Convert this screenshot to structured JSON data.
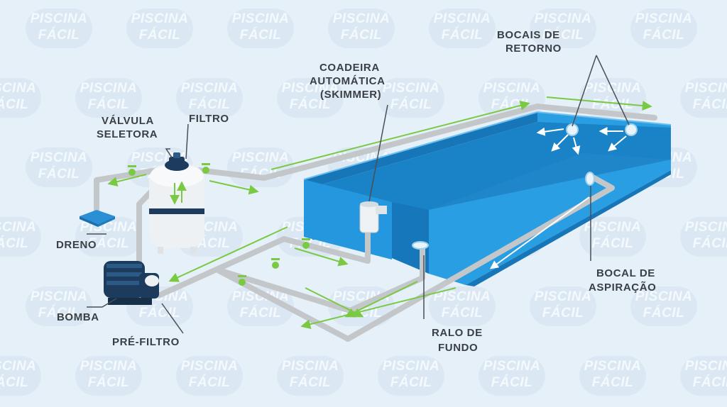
{
  "watermark": {
    "line1": "PISCINA",
    "line2": "FÁCIL"
  },
  "labels": {
    "valvula_line1": "VÁLVULA",
    "valvula_line2": "SELETORA",
    "filtro": "FILTRO",
    "coadeira_line1": "COADEIRA",
    "coadeira_line2": "AUTOMÁTICA",
    "coadeira_line3": "(SKIMMER)",
    "bocais_line1": "BOCAIS DE",
    "bocais_line2": "RETORNO",
    "dreno": "DRENO",
    "bomba": "BOMBA",
    "prefiltro": "PRÉ-FILTRO",
    "ralo_line1": "RALO DE",
    "ralo_line2": "FUNDO",
    "bocal_line1": "BOCAL DE",
    "bocal_line2": "ASPIRAÇÃO"
  },
  "colors": {
    "background": "#e6f0f8",
    "pool": "#1e8fd5",
    "pool_dark": "#1676b8",
    "pipe": "#c3c7ca",
    "flow_arrow": "#7ac943",
    "equipment_dark": "#1d3b5c",
    "label_text": "#3a3f45"
  }
}
